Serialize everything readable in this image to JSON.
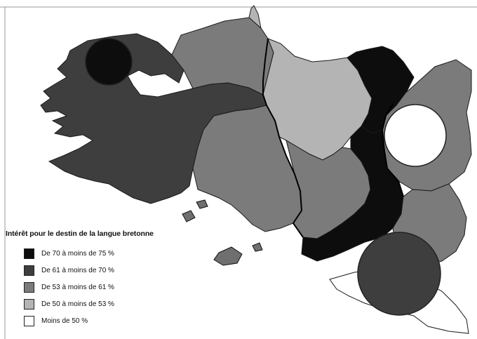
{
  "legend": {
    "title": "Intérêt pour le destin de la langue bretonne",
    "classes": [
      {
        "label": "De 70 à moins de 75 %",
        "color": "#0d0d0d"
      },
      {
        "label": "De 61 à moins de 70 %",
        "color": "#3e3e3e"
      },
      {
        "label": "De 53 à moins de 61 %",
        "color": "#7b7b7b"
      },
      {
        "label": "De 50 à moins de 53 %",
        "color": "#b4b4b4"
      },
      {
        "label": "Moins de 50 %",
        "color": "#ffffff"
      }
    ]
  },
  "regions": [
    {
      "name": "leon-west-finistere",
      "class": 1
    },
    {
      "name": "tregor",
      "class": 2
    },
    {
      "name": "cornouaille",
      "class": 2
    },
    {
      "name": "centre-ouest",
      "class": 3
    },
    {
      "name": "penthievre-nord",
      "class": 3
    },
    {
      "name": "pays-rennais-est",
      "class": 2
    },
    {
      "name": "vannetais-est",
      "class": 2
    },
    {
      "name": "haute-bretagne-nord-est",
      "class": 0
    },
    {
      "name": "haute-bretagne-ouest",
      "class": 0
    },
    {
      "name": "sud-est",
      "class": 2
    },
    {
      "name": "loire-atlantique",
      "class": 4
    }
  ],
  "circles": [
    {
      "name": "brest-circle",
      "class": 0
    },
    {
      "name": "rennes-circle",
      "class": 4
    },
    {
      "name": "nantes-circle",
      "class": 1
    }
  ]
}
